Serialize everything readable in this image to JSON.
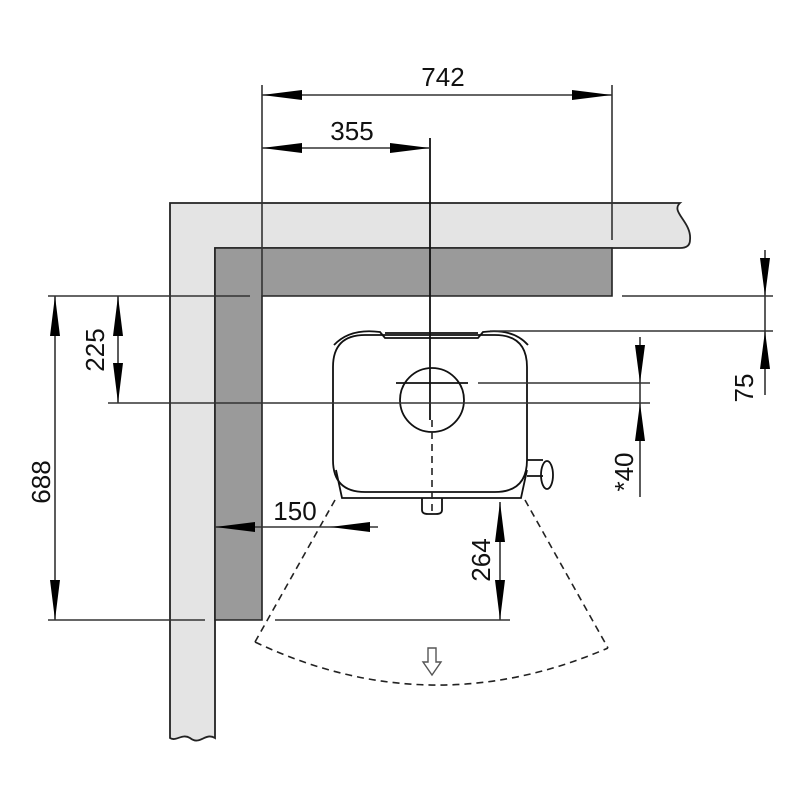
{
  "dimensions": {
    "width_total": "742",
    "to_center": "355",
    "depth_offset": "225",
    "depth_total": "688",
    "side_clearance": "150",
    "front_clearance": "264",
    "top_offset": "75",
    "flue_offset": "*40"
  },
  "colors": {
    "wall": "#e4e4e4",
    "insulation": "#9a9a9a"
  }
}
